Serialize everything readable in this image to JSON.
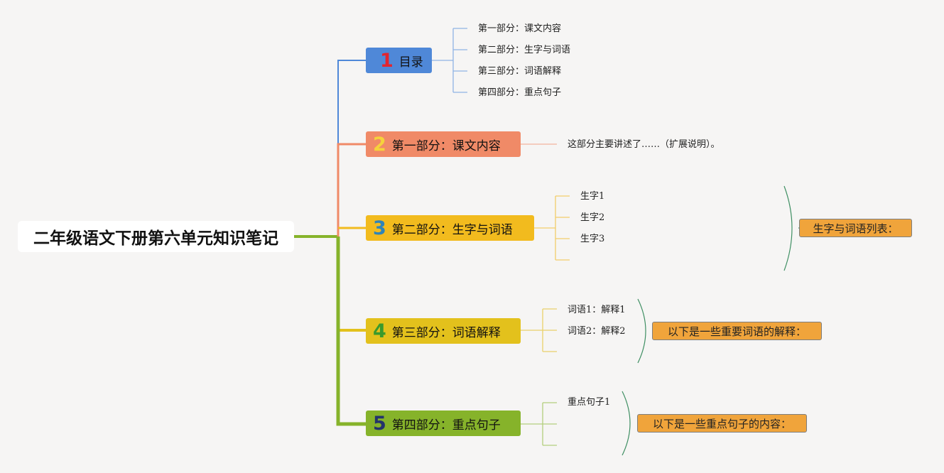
{
  "root": {
    "title": "二年级语文下册第六单元知识笔记"
  },
  "colors": {
    "branch1": "#4f88d8",
    "branch2": "#f08a67",
    "branch3": "#f2bb1e",
    "branch4": "#e3c11c",
    "branch5": "#86b32a",
    "note": "#f0a43b",
    "num1": "#e3252f",
    "num2": "#f6d23b",
    "num3": "#2e84b8",
    "num4": "#3a9a2c",
    "num5": "#24346b"
  },
  "branches": [
    {
      "num": "1",
      "label": "目录",
      "children": [
        "第一部分：课文内容",
        "第二部分：生字与词语",
        "第三部分：词语解释",
        "第四部分：重点句子"
      ]
    },
    {
      "num": "2",
      "label": "第一部分：课文内容",
      "children": [
        "这部分主要讲述了……（扩展说明）。"
      ]
    },
    {
      "num": "3",
      "label": "第二部分：生字与词语",
      "children": [
        "生字1",
        "生字2",
        "生字3",
        ""
      ],
      "note": "生字与词语列表："
    },
    {
      "num": "4",
      "label": "第三部分：词语解释",
      "children": [
        "词语1：解释1",
        "词语2：解释2",
        ""
      ],
      "note": "以下是一些重要词语的解释："
    },
    {
      "num": "5",
      "label": "第四部分：重点句子",
      "children": [
        "重点句子1",
        "",
        ""
      ],
      "note": "以下是一些重点句子的内容："
    }
  ]
}
